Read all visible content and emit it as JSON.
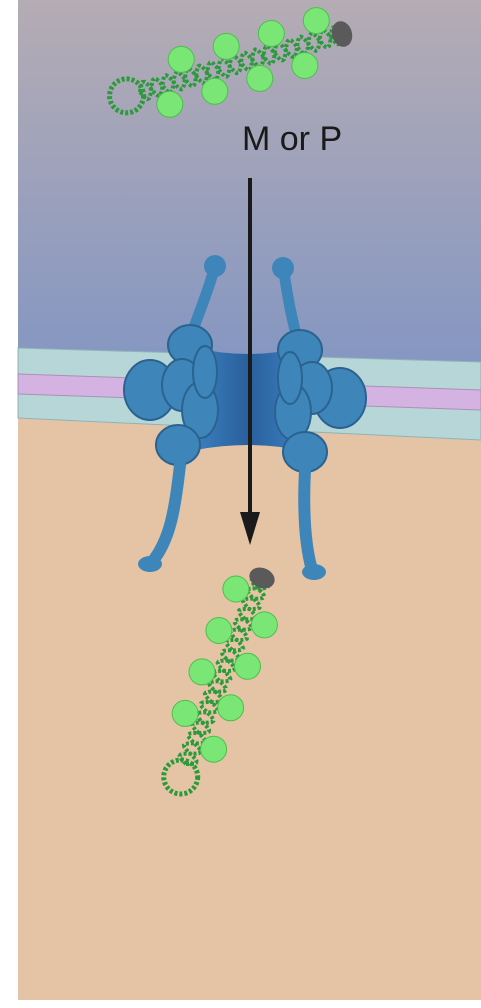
{
  "diagram": {
    "transport_label": "M or P",
    "elements": [
      "chromatin-fiber-outside",
      "membrane-bilayer",
      "membrane-pore-complex",
      "transport-arrow",
      "chromatin-fiber-inside"
    ]
  },
  "colors": {
    "upper_region_top": "#b5acb4",
    "upper_region_bottom": "#7d93c4",
    "lower_region": "#e5c4a5",
    "membrane_outer": "#b6d6d8",
    "membrane_inner": "#d4b3e3",
    "pore_protein": "#3e86b9",
    "pore_protein_dark": "#2b628f",
    "pore_channel": "#2f6aa6",
    "fiber_strand": "#2b9a3b",
    "nucleosome": "#79e676",
    "fiber_cap": "#5a5a5a",
    "arrow": "#1a1a1a",
    "left_strip": "#ffffff"
  }
}
